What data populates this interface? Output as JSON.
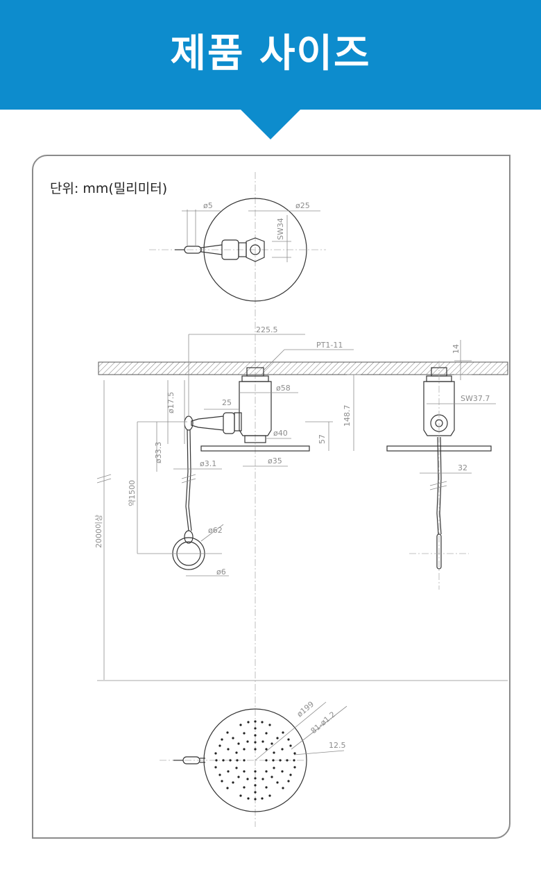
{
  "header": {
    "title": "제품 사이즈"
  },
  "unit": "단위: mm(밀리미터)",
  "dimensions": {
    "top_view": {
      "d5": "ø5",
      "d25": "ø25",
      "sw34": "SW34"
    },
    "side_view": {
      "w225": "225.5",
      "pt": "PT1-11",
      "d58": "ø58",
      "d17": "ø17.5",
      "w25": "25",
      "d40": "ø40",
      "d33": "ø33.3",
      "h57": "57",
      "h148": "148.7",
      "d35": "ø35",
      "d31": "ø3.1",
      "len1500": "약1500",
      "h2000": "2000이상",
      "d62": "ø62",
      "d6": "ø6"
    },
    "front_view": {
      "h14": "14",
      "sw377": "SW37.7",
      "w32": "32"
    },
    "head_view": {
      "d199": "ø199",
      "holes": "81-ø1.2",
      "r125": "12.5"
    }
  }
}
